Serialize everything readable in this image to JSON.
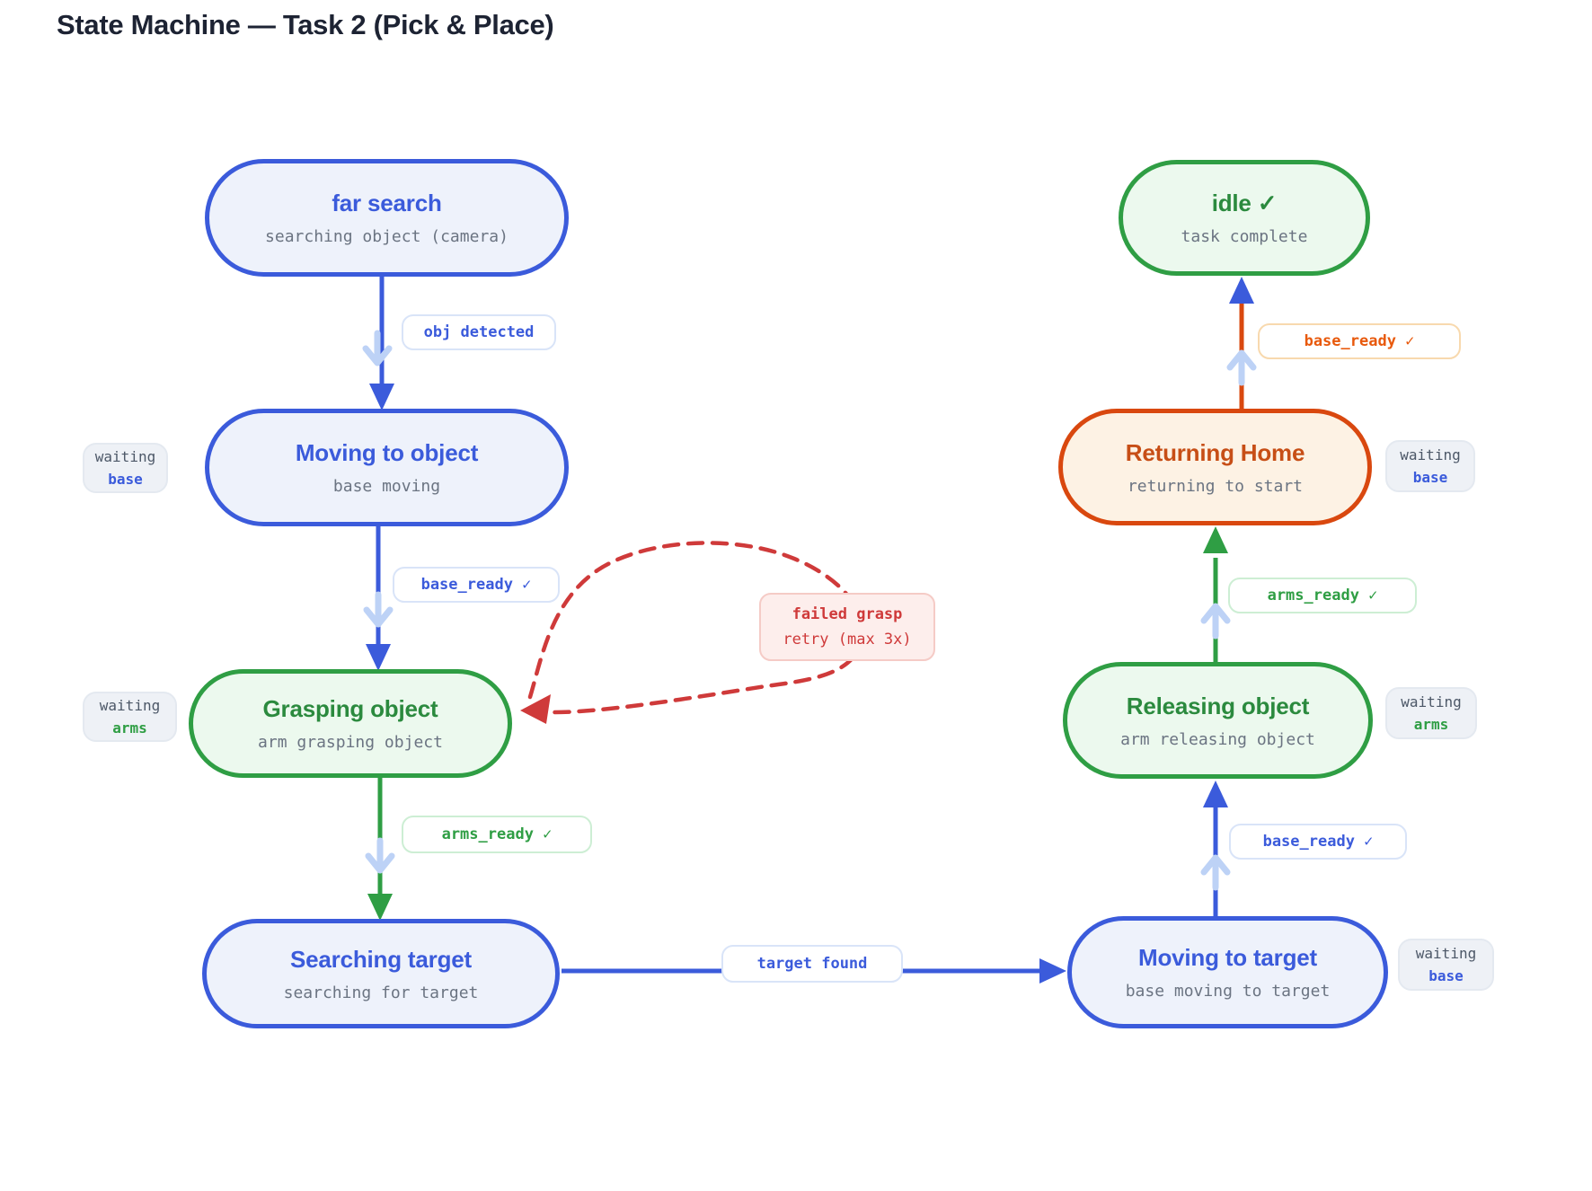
{
  "page_title": "State Machine — Task 2 (Pick & Place)",
  "colors": {
    "blue": "#3b5bdb",
    "blue-chevron": "#bdd2f6",
    "green": "#2f9e44",
    "green-dark": "#2b8a3e",
    "orange": "#d9480f",
    "orange-text": "#c74e16",
    "red": "#cf3a3a",
    "ink": "#1d2333",
    "sub-grey": "#6b7482"
  },
  "nodes": {
    "far_search": {
      "title": "far search",
      "subtitle": "searching object (camera)"
    },
    "moving_to_object": {
      "title": "Moving to object",
      "subtitle": "base moving"
    },
    "grasping_object": {
      "title": "Grasping object",
      "subtitle": "arm grasping object"
    },
    "searching_target": {
      "title": "Searching target",
      "subtitle": "searching for target"
    },
    "moving_to_target": {
      "title": "Moving to target",
      "subtitle": "base moving to target"
    },
    "releasing_object": {
      "title": "Releasing object",
      "subtitle": "arm releasing object"
    },
    "returning_home": {
      "title": "Returning Home",
      "subtitle": "returning to start"
    },
    "idle": {
      "title": "idle ✓",
      "subtitle": "task complete"
    }
  },
  "edge_labels": {
    "obj_detected": "obj detected",
    "base_ready_1": "base_ready ✓",
    "arms_ready_1": "arms_ready ✓",
    "target_found": "target found",
    "base_ready_2": "base_ready ✓",
    "arms_ready_2": "arms_ready ✓",
    "base_ready_3": "base_ready ✓"
  },
  "loop_label": {
    "line1": "failed grasp",
    "line2": "retry (max 3x)"
  },
  "badges": {
    "moving_to_object": {
      "line1": "waiting",
      "line2": "base"
    },
    "grasping_object": {
      "line1": "waiting",
      "line2": "arms"
    },
    "returning_home": {
      "line1": "waiting",
      "line2": "base"
    },
    "releasing_object": {
      "line1": "waiting",
      "line2": "arms"
    },
    "moving_to_target": {
      "line1": "waiting",
      "line2": "base"
    }
  }
}
